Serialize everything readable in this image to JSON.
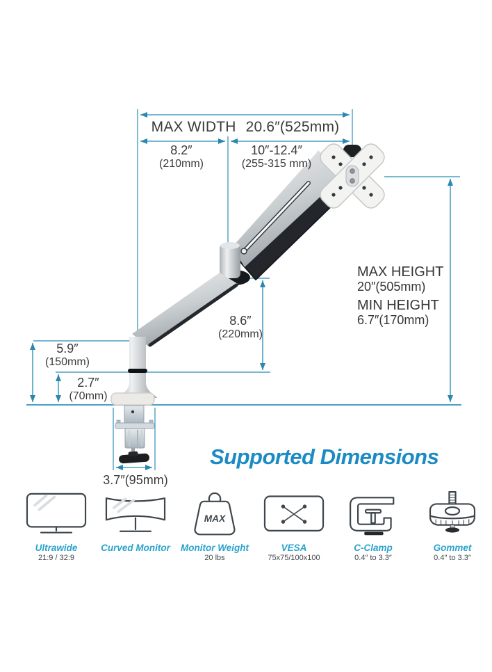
{
  "title": "Supported Dimensions",
  "dimensions": {
    "max_width": {
      "label": "MAX WIDTH",
      "value": "20.6″(525mm)"
    },
    "rear_arm": {
      "value": "8.2″",
      "metric": "(210mm)"
    },
    "front_arm": {
      "value": "10″-12.4″",
      "metric": "(255-315 mm)"
    },
    "max_height": {
      "label": "MAX HEIGHT",
      "value": "20″(505mm)"
    },
    "min_height": {
      "label": "MIN HEIGHT",
      "value": "6.7″(170mm)"
    },
    "upper_arm": {
      "value": "8.6″",
      "metric": "(220mm)"
    },
    "riser_height": {
      "value": "5.9″",
      "metric": "(150mm)"
    },
    "base_height": {
      "value": "2.7″",
      "metric": "(70mm)"
    },
    "clamp_width": {
      "value": "3.7″(95mm)"
    }
  },
  "features": [
    {
      "id": "ultrawide",
      "label": "Ultrawide",
      "sub": "21:9 / 32:9"
    },
    {
      "id": "curved-monitor",
      "label": "Curved Monitor",
      "sub": ""
    },
    {
      "id": "monitor-weight",
      "label": "Monitor Weight",
      "sub": "20 lbs",
      "badge": "MAX"
    },
    {
      "id": "vesa",
      "label": "VESA",
      "sub": "75x75/100x100"
    },
    {
      "id": "c-clamp",
      "label": "C-Clamp",
      "sub": "0.4″ to 3.3″"
    },
    {
      "id": "gommet",
      "label": "Gommet",
      "sub": "0.4″ to 3.3″"
    }
  ],
  "colors": {
    "dimension_line": "#4a9fc4",
    "arrow": "#2b87ae",
    "dimension_text": "#3a3a3a",
    "title_blue": "#1b8bc4",
    "feature_label_blue": "#2aa3cd",
    "icon_stroke": "#3f464b"
  }
}
